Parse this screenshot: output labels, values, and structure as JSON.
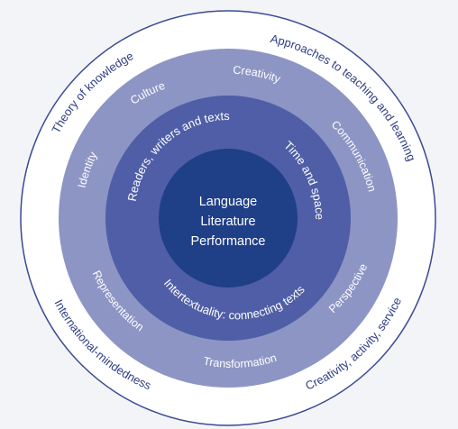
{
  "center": {
    "lines": [
      "Language",
      "Literature",
      "Performance"
    ]
  },
  "ring_inner": {
    "labels": [
      "Readers, writers and texts",
      "Time and space",
      "Intertextuality: connecting texts"
    ]
  },
  "ring_middle": {
    "labels": [
      "Culture",
      "Creativity",
      "Communication",
      "Identity",
      "Representation",
      "Transformation",
      "Perspective"
    ]
  },
  "ring_outer": {
    "labels": [
      "Theory of knowledge",
      "Approaches to teaching and learning",
      "International-mindedness",
      "Creativity, activity, service"
    ]
  },
  "colors": {
    "background": "#f3f4f7",
    "outer_ring": "#ffffff",
    "outer_border": "#3b4a93",
    "outer_text": "#2e3d85",
    "middle_ring": "#8d95c5",
    "inner_ring": "#4f5ea6",
    "core": "#1f3f87",
    "ring_text": "#ffffff"
  }
}
